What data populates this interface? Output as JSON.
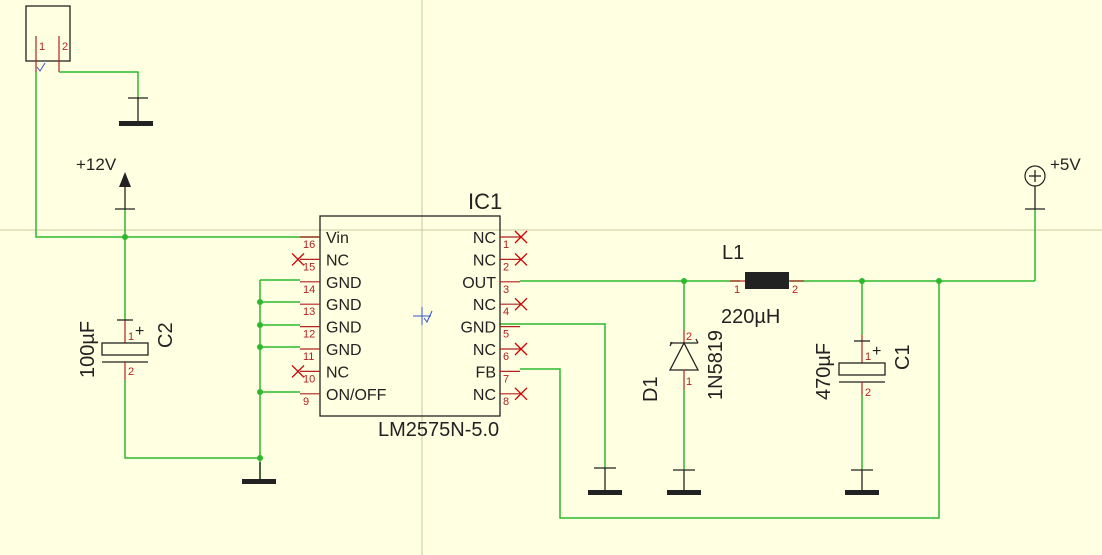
{
  "power": {
    "vin_label": "+12V",
    "vout_label": "+5V"
  },
  "connector": {
    "pin1": "1",
    "pin2": "2"
  },
  "ic": {
    "ref": "IC1",
    "part": "LM2575N-5.0",
    "left_pins": [
      {
        "num": "16",
        "name": "Vin"
      },
      {
        "num": "15",
        "name": "NC"
      },
      {
        "num": "14",
        "name": "GND"
      },
      {
        "num": "13",
        "name": "GND"
      },
      {
        "num": "12",
        "name": "GND"
      },
      {
        "num": "11",
        "name": "GND"
      },
      {
        "num": "10",
        "name": "NC"
      },
      {
        "num": "9",
        "name": "ON/OFF"
      }
    ],
    "right_pins": [
      {
        "num": "1",
        "name": "NC"
      },
      {
        "num": "2",
        "name": "NC"
      },
      {
        "num": "3",
        "name": "OUT"
      },
      {
        "num": "4",
        "name": "NC"
      },
      {
        "num": "5",
        "name": "GND"
      },
      {
        "num": "6",
        "name": "NC"
      },
      {
        "num": "7",
        "name": "FB"
      },
      {
        "num": "8",
        "name": "NC"
      }
    ]
  },
  "c2": {
    "ref": "C2",
    "value": "100µF",
    "pin1": "1",
    "pin2": "2",
    "polarity": "+"
  },
  "c1": {
    "ref": "C1",
    "value": "470µF",
    "pin1": "1",
    "pin2": "2",
    "polarity": "+"
  },
  "d1": {
    "ref": "D1",
    "value": "1N5819",
    "pin1": "1",
    "pin2": "2"
  },
  "l1": {
    "ref": "L1",
    "value": "220µH",
    "pin1": "1",
    "pin2": "2"
  },
  "colors": {
    "wire": "#2EB82E",
    "pin": "#B22222",
    "background": "#FFFFE1",
    "nc_mark": "#CC0000"
  }
}
